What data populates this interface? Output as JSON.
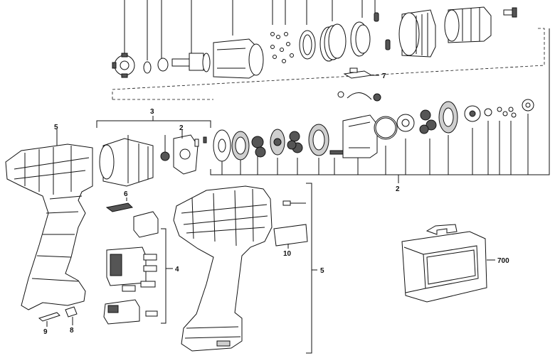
{
  "callouts": {
    "c2_top": "2",
    "c2_bottom": "2",
    "c3": "3",
    "c4": "4",
    "c5_left": "5",
    "c5_right": "5",
    "c6": "6",
    "c7": "7",
    "c8": "8",
    "c9": "9",
    "c10": "10",
    "c700": "700"
  },
  "colors": {
    "ink": "#111111",
    "paper": "#ffffff"
  }
}
